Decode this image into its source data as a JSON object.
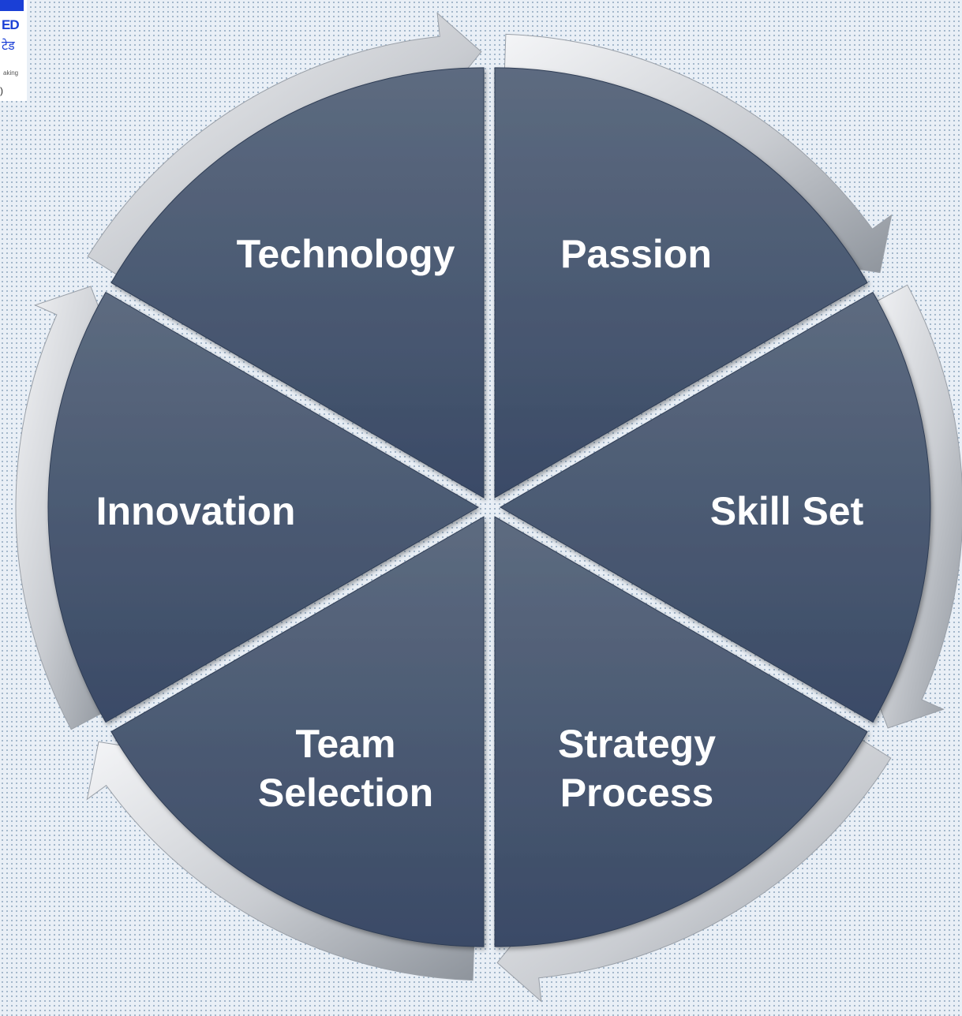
{
  "logo": {
    "line1": "ED",
    "line2": "टेड",
    "line3": "aking",
    "line4": ")"
  },
  "segments": [
    {
      "id": "technology",
      "lines": [
        "Technology"
      ]
    },
    {
      "id": "passion",
      "lines": [
        "Passion"
      ]
    },
    {
      "id": "skill-set",
      "lines": [
        "Skill Set"
      ]
    },
    {
      "id": "strategy-process",
      "lines": [
        "Strategy",
        "Process"
      ]
    },
    {
      "id": "team-selection",
      "lines": [
        "Team",
        "Selection"
      ]
    },
    {
      "id": "innovation",
      "lines": [
        "Innovation"
      ]
    }
  ],
  "colors": {
    "wedge_top": "#5d6b80",
    "wedge_bottom": "#3a4a66",
    "arrow_light": "#f4f5f7",
    "arrow_dark": "#8e949c",
    "text": "#ffffff"
  }
}
